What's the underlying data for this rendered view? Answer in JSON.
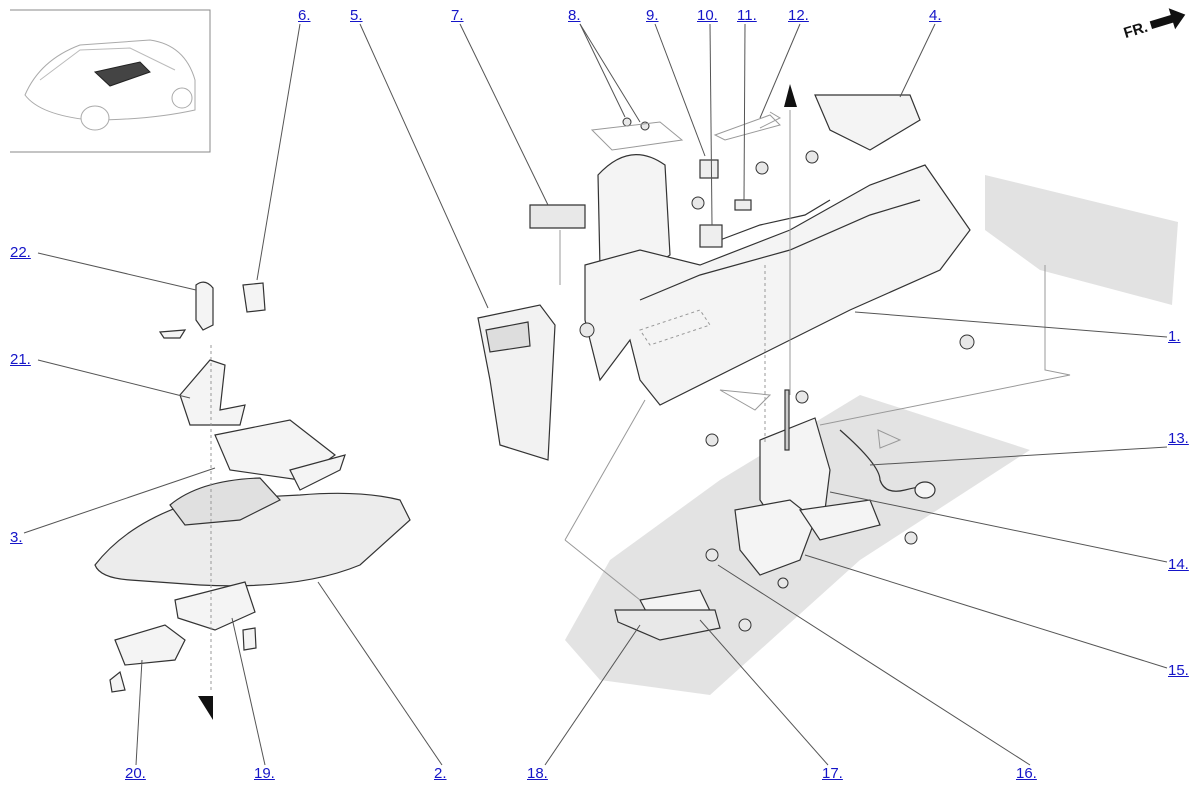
{
  "diagram": {
    "callouts": [
      {
        "id": "c1",
        "label": "1."
      },
      {
        "id": "c2",
        "label": "2."
      },
      {
        "id": "c3",
        "label": "3."
      },
      {
        "id": "c4",
        "label": "4."
      },
      {
        "id": "c5",
        "label": "5."
      },
      {
        "id": "c6",
        "label": "6."
      },
      {
        "id": "c7",
        "label": "7."
      },
      {
        "id": "c8",
        "label": "8."
      },
      {
        "id": "c9",
        "label": "9."
      },
      {
        "id": "c10",
        "label": "10."
      },
      {
        "id": "c11",
        "label": "11."
      },
      {
        "id": "c12",
        "label": "12."
      },
      {
        "id": "c13",
        "label": "13."
      },
      {
        "id": "c14",
        "label": "14."
      },
      {
        "id": "c15",
        "label": "15."
      },
      {
        "id": "c16",
        "label": "16."
      },
      {
        "id": "c17",
        "label": "17."
      },
      {
        "id": "c18",
        "label": "18."
      },
      {
        "id": "c19",
        "label": "19."
      },
      {
        "id": "c20",
        "label": "20."
      },
      {
        "id": "c21",
        "label": "21."
      },
      {
        "id": "c22",
        "label": "22."
      }
    ],
    "direction_marker": "FR.",
    "colors": {
      "link": "#1515c8",
      "line": "#555555",
      "shading": "#d9d9d9"
    }
  }
}
